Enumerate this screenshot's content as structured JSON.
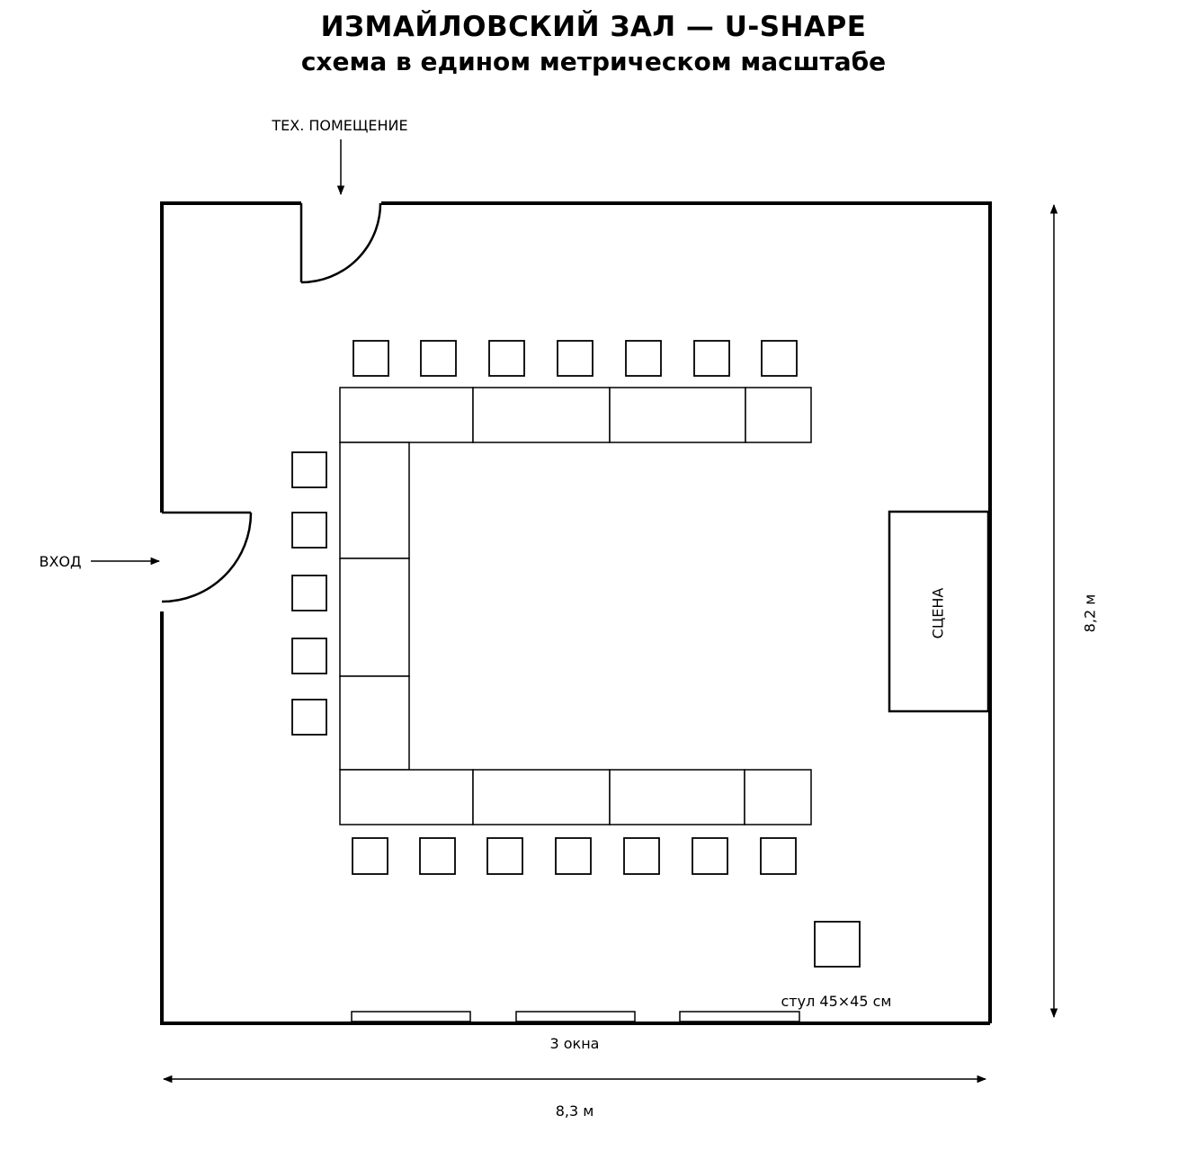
{
  "header": {
    "title": "ИЗМАЙЛОВСКИЙ ЗАЛ — U-SHAPE",
    "subtitle": "схема в едином метрическом масштабе"
  },
  "labels": {
    "tech_room": "ТЕХ. ПОМЕЩЕНИЕ",
    "entrance": "ВХОД",
    "stage": "СЦЕНА",
    "height": "8,2 м",
    "width": "8,3 м",
    "windows": "3 окна",
    "chair_legend": "стул 45×45 см"
  },
  "colors": {
    "stroke": "#000000",
    "background": "#ffffff"
  }
}
